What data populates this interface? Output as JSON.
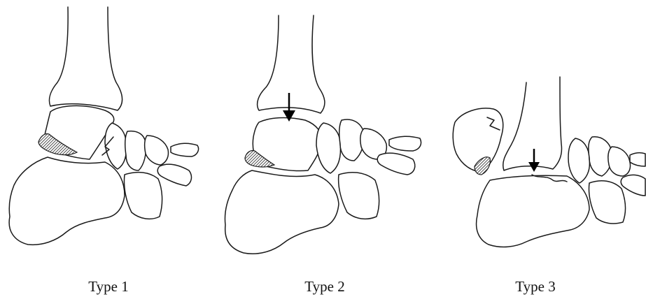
{
  "diagram": {
    "panels": [
      {
        "label": "Type 1",
        "arrow": false
      },
      {
        "label": "Type 2",
        "arrow": true
      },
      {
        "label": "Type 3",
        "arrow": true
      }
    ]
  }
}
